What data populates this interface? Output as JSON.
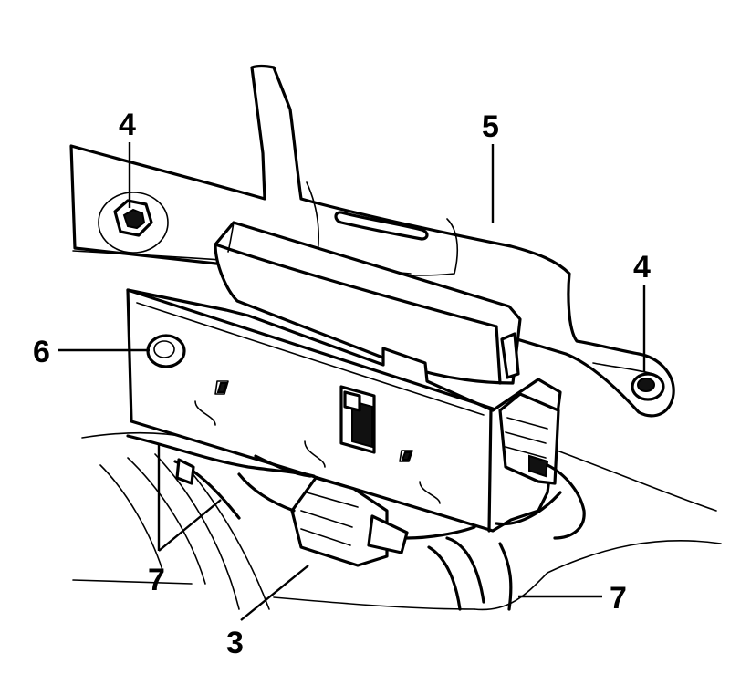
{
  "callouts": {
    "nut_top_left": "4",
    "bracket": "5",
    "nut_right": "4",
    "grommet": "6",
    "harness_left": "7",
    "harness_right": "7",
    "connector": "3"
  }
}
